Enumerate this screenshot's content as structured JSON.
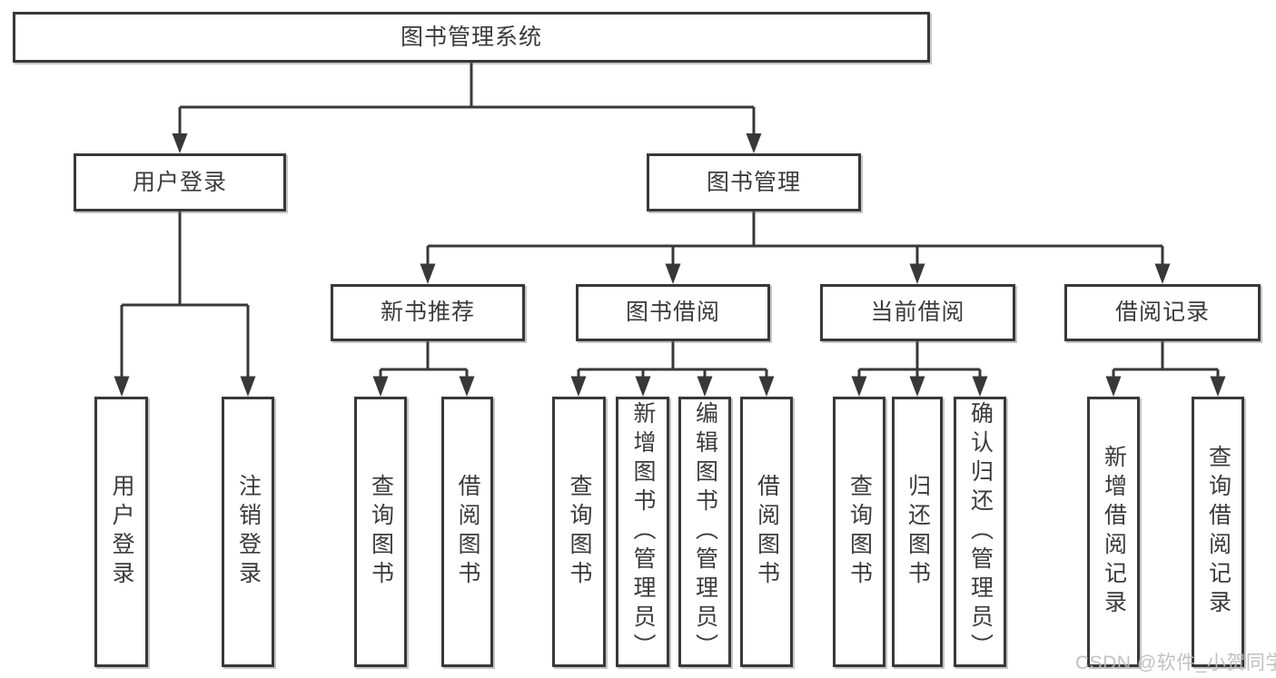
{
  "diagram": {
    "root": {
      "label": "图书管理系统"
    },
    "branches": [
      {
        "label": "用户登录",
        "children": [
          {
            "label": "用户登录"
          },
          {
            "label": "注销登录"
          }
        ]
      },
      {
        "label": "图书管理",
        "children": [
          {
            "label": "新书推荐",
            "children": [
              {
                "label": "查询图书"
              },
              {
                "label": "借阅图书"
              }
            ]
          },
          {
            "label": "图书借阅",
            "children": [
              {
                "label": "查询图书"
              },
              {
                "label": "新增图书（管理员）"
              },
              {
                "label": "编辑图书（管理员）"
              },
              {
                "label": "借阅图书"
              }
            ]
          },
          {
            "label": "当前借阅",
            "children": [
              {
                "label": "查询图书"
              },
              {
                "label": "归还图书"
              },
              {
                "label": "确认归还（管理员）"
              }
            ]
          },
          {
            "label": "借阅记录",
            "children": [
              {
                "label": "新增借阅记录"
              },
              {
                "label": "查询借阅记录"
              }
            ]
          }
        ]
      }
    ]
  },
  "watermark": {
    "text": "CSDN @软件_小贺同学"
  },
  "colors": {
    "line": "#383838",
    "text": "#3b3b3b",
    "watermark": "#bcbcbc",
    "background": "#ffffff"
  }
}
